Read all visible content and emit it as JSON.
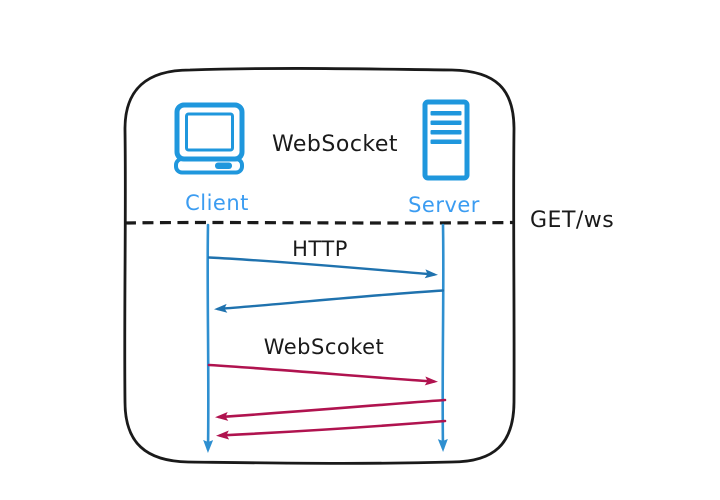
{
  "diagram": {
    "title": "WebSocket",
    "annotation": "GET/ws",
    "participants": [
      {
        "name": "Client",
        "icon": "computer-icon"
      },
      {
        "name": "Server",
        "icon": "server-tower-icon"
      }
    ],
    "phases": [
      {
        "label": "HTTP",
        "messages": [
          {
            "from": "Client",
            "to": "Server",
            "direction": "right"
          },
          {
            "from": "Server",
            "to": "Client",
            "direction": "left"
          }
        ]
      },
      {
        "label": "WebScoket",
        "messages": [
          {
            "from": "Client",
            "to": "Server",
            "direction": "right"
          },
          {
            "from": "Server",
            "to": "Client",
            "direction": "left"
          },
          {
            "from": "Server",
            "to": "Client",
            "direction": "left"
          }
        ]
      }
    ]
  },
  "colors": {
    "outline": "#1a1a1a",
    "icon_blue": "#1f97dd",
    "label_blue": "#3b9cf1",
    "lifeline_blue": "#2e8fd0",
    "message_blue": "#1f72ae",
    "message_red": "#b0134f",
    "background": "#ffffff"
  }
}
